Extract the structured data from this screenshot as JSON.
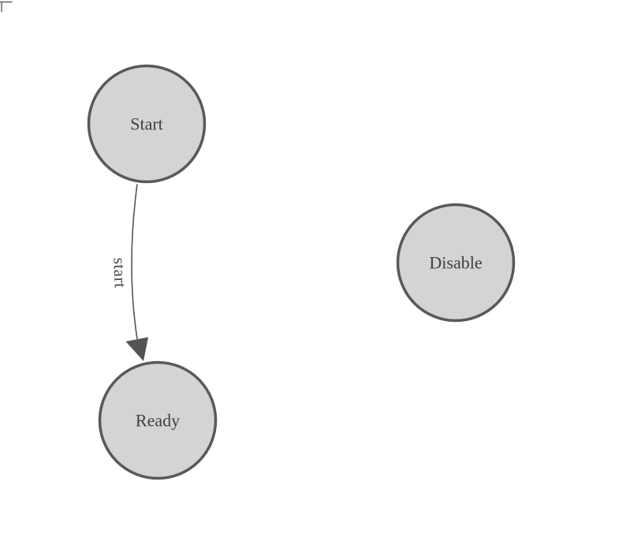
{
  "diagram": {
    "type": "state-machine",
    "background_color": "#ffffff",
    "colors": {
      "node_fill": "#d4d4d4",
      "node_stroke": "#595959",
      "node_label": "#404040",
      "edge": "#545454",
      "edge_label": "#464646",
      "corner_mark": "#5c5c5c"
    },
    "nodes": [
      {
        "id": "start",
        "label": "Start"
      },
      {
        "id": "ready",
        "label": "Ready"
      },
      {
        "id": "disable",
        "label": "Disable"
      }
    ],
    "edges": [
      {
        "from": "Start",
        "to": "Ready",
        "label": "start"
      }
    ]
  }
}
